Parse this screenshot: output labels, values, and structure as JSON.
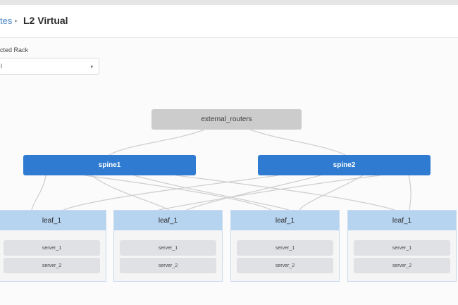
{
  "breadcrumb": {
    "previous": "tes",
    "separator": "▸",
    "current": "L2 Virtual"
  },
  "rack": {
    "label": "cted Rack",
    "value": "l",
    "caret": "▾"
  },
  "topology": {
    "external": "external_routers",
    "spines": [
      "spine1",
      "spine2"
    ],
    "leaves": [
      {
        "name": "leaf_1",
        "servers": [
          "server_1",
          "server_2"
        ]
      },
      {
        "name": "leaf_1",
        "servers": [
          "server_1",
          "server_2"
        ]
      },
      {
        "name": "leaf_1",
        "servers": [
          "server_1",
          "server_2"
        ]
      },
      {
        "name": "leaf_1",
        "servers": [
          "server_1",
          "server_2"
        ]
      }
    ]
  },
  "colors": {
    "spine": "#2f7bd1",
    "leaf_header": "#b6d3ef",
    "external": "#cccccc",
    "link": "#d0d0d0"
  }
}
